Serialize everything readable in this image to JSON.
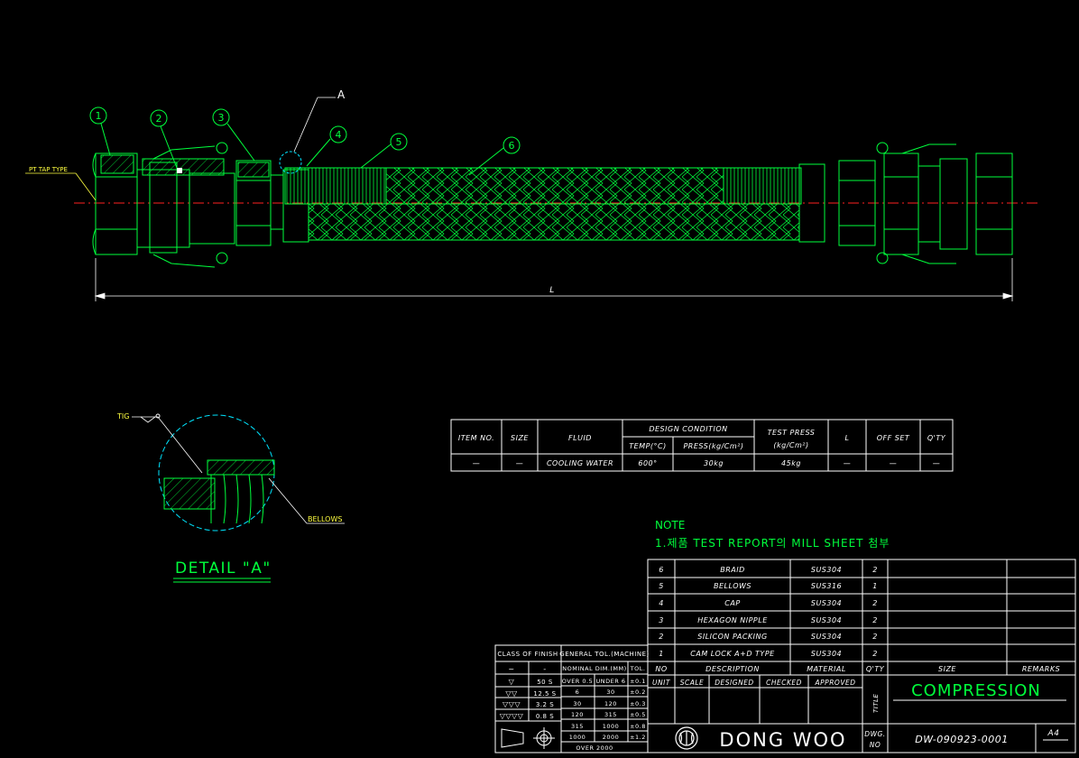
{
  "colors": {
    "green": "#00ff3c",
    "white": "#ffffff",
    "yellow": "#ffff40",
    "red": "#ff2020",
    "cyan": "#00e5ff",
    "background": "#000000"
  },
  "main_view": {
    "balloons": [
      "1",
      "2",
      "3",
      "4",
      "5",
      "6"
    ],
    "detail_marker": "A",
    "pt_label": "PT TAP TYPE",
    "dim_label": "L"
  },
  "detail": {
    "tig_label": "TIG",
    "bellows_label": "BELLOWS",
    "title": "DETAIL \"A\""
  },
  "spec_table": {
    "headers": [
      "ITEM NO.",
      "SIZE",
      "FLUID",
      "DESIGN CONDITION",
      "TEST PRESS",
      "L",
      "OFF SET",
      "Q'TY"
    ],
    "sub_headers": [
      "TEMP(°C)",
      "PRESS(kg/Cm²)"
    ],
    "test_press_unit": "(kg/Cm²)",
    "row": [
      "—",
      "—",
      "COOLING WATER",
      "600°",
      "30kg",
      "45kg",
      "—",
      "—",
      "—"
    ]
  },
  "note": {
    "title": "NOTE",
    "line1": "1.제품 TEST REPORT의 MILL SHEET 첨부"
  },
  "bom": {
    "rows": [
      [
        "6",
        "BRAID",
        "SUS304",
        "2"
      ],
      [
        "5",
        "BELLOWS",
        "SUS316",
        "1"
      ],
      [
        "4",
        "CAP",
        "SUS304",
        "2"
      ],
      [
        "3",
        "HEXAGON NIPPLE",
        "SUS304",
        "2"
      ],
      [
        "2",
        "SILICON PACKING",
        "SUS304",
        "2"
      ],
      [
        "1",
        "CAM LOCK A+D TYPE",
        "SUS304",
        "2"
      ]
    ],
    "headers": [
      "NO",
      "DESCRIPTION",
      "MATERIAL",
      "Q'TY",
      "SIZE",
      "REMARKS"
    ]
  },
  "title_block": {
    "approvals": [
      "UNIT",
      "SCALE",
      "DESIGNED",
      "CHECKED",
      "APPROVED"
    ],
    "title_label": "TITLE",
    "title": "COMPRESSION",
    "company": "DONG WOO",
    "dwg_label_1": "DWG.",
    "dwg_label_2": "NO",
    "dwg_no": "DW-090923-0001",
    "sheet": "A4"
  },
  "finish_table": {
    "h1": "CLASS OF FINISH",
    "h2": "GENERAL TOL.(MACHINE)",
    "rows": [
      [
        "~",
        "-"
      ],
      [
        "▽",
        "50 S"
      ],
      [
        "▽▽",
        "12.5 S"
      ],
      [
        "▽▽▽",
        "3.2 S"
      ],
      [
        "▽▽▽▽",
        "0.8 S"
      ]
    ],
    "tol_header": [
      "NOMINAL DIM.(MM)",
      "TOL."
    ],
    "tol_rows": [
      [
        "OVER 0.5",
        "UNDER 6",
        "±0.1"
      ],
      [
        "6",
        "30",
        "±0.2"
      ],
      [
        "30",
        "120",
        "±0.3"
      ],
      [
        "120",
        "315",
        "±0.5"
      ],
      [
        "315",
        "1000",
        "±0.8"
      ],
      [
        "1000",
        "2000",
        "±1.2"
      ],
      [
        "OVER 2000",
        "",
        ""
      ]
    ]
  }
}
